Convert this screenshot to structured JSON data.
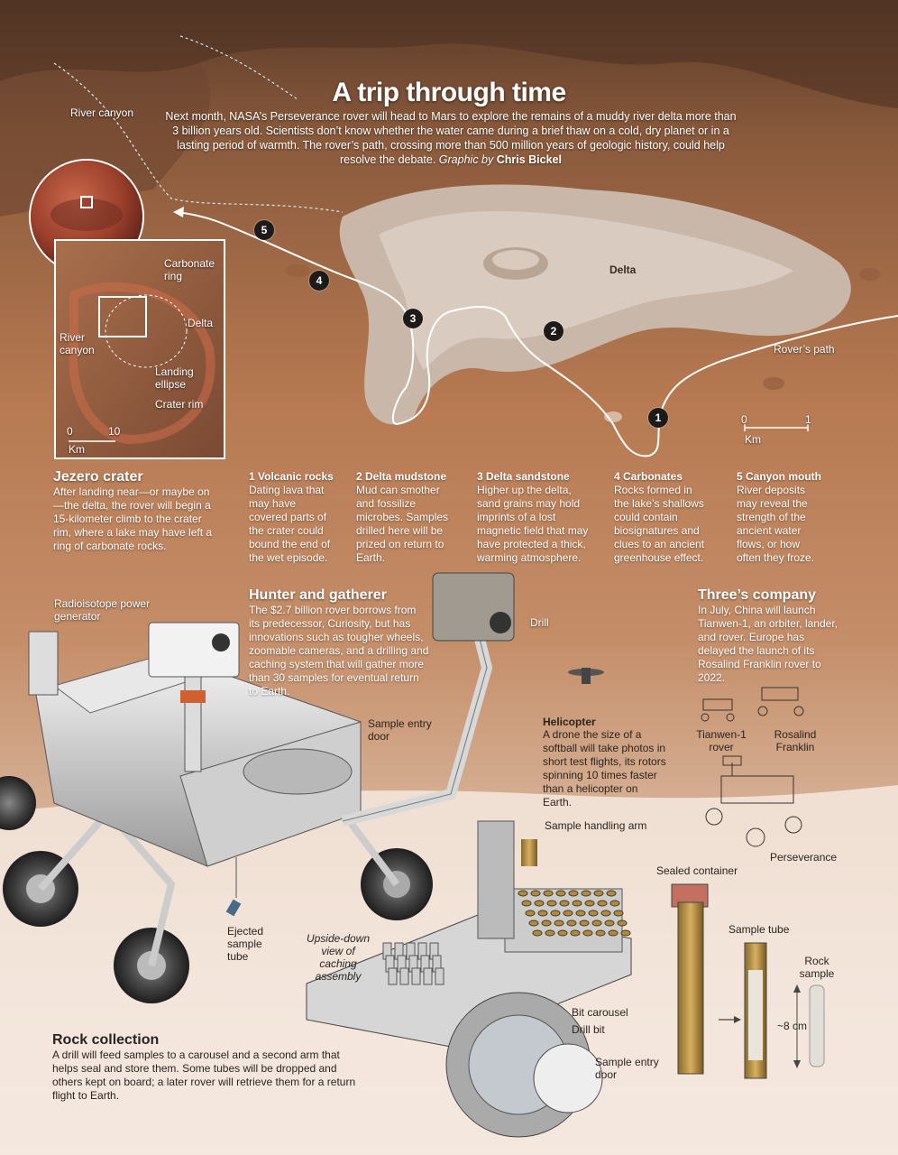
{
  "title": "A trip through time",
  "intro": {
    "text": "Next month, NASA’s Perseverance rover will head to Mars to explore the remains of a muddy river delta more than 3 billion years old. Scientists don’t know whether the water came during a brief thaw on a cold, dry planet or in a lasting period of warmth. The rover’s path, crossing more than 500 million years of geologic history, could help resolve the debate.",
    "credit": "Graphic by",
    "author": "Chris Bickel"
  },
  "map": {
    "river_canyon": "River canyon",
    "delta": "Delta",
    "rovers_path": "Rover’s path",
    "scale_zero": "0",
    "scale_one": "1",
    "scale_unit": "Km",
    "stops": [
      "1",
      "2",
      "3",
      "4",
      "5"
    ]
  },
  "inset": {
    "carbonate_ring": "Carbonate ring",
    "delta": "Delta",
    "river_canyon": "River canyon",
    "landing_ellipse": "Landing ellipse",
    "crater_rim": "Crater rim",
    "scale_zero": "0",
    "scale_ten": "10",
    "scale_unit": "Km"
  },
  "jezero": {
    "heading": "Jezero crater",
    "body": "After landing near—or maybe on—the delta, the rover will begin a 15-kilometer climb to the crater rim, where a lake may have left a ring of carbonate rocks."
  },
  "stops_text": [
    {
      "heading": "1 Volcanic rocks",
      "body": "Dating lava that may have covered parts of the crater could bound the end of the wet episode."
    },
    {
      "heading": "2 Delta mudstone",
      "body": "Mud can smother and fossilize microbes. Samples drilled here will be prized on return to Earth."
    },
    {
      "heading": "3 Delta sandstone",
      "body": "Higher up the delta, sand grains may hold imprints of a lost magnetic field that may have protected a thick, warming atmosphere."
    },
    {
      "heading": "4 Carbonates",
      "body": "Rocks formed in the lake’s shallows could contain biosignatures and clues to an ancient greenhouse effect."
    },
    {
      "heading": "5 Canyon mouth",
      "body": "River deposits may reveal the strength of the ancient water flows, or how often they froze."
    }
  ],
  "hunter": {
    "heading": "Hunter and gatherer",
    "body": "The $2.7 billion rover borrows from its predecessor, Curiosity, but has innovations such as tougher wheels, zoomable cameras, and a drilling and caching system that will gather more than 30 samples for eventual return to Earth."
  },
  "threes": {
    "heading": "Three’s company",
    "body": "In July, China will launch Tianwen-1, an orbiter, lander, and rover. Europe has delayed the launch of its Rosalind Franklin rover to 2022.",
    "tianwen": "Tianwen-1 rover",
    "rosalind": "Rosalind Franklin",
    "perseverance": "Perseverance"
  },
  "helicopter": {
    "heading": "Helicopter",
    "body": "A drone the size of a softball will take photos in short test flights, its rotors spinning 10 times faster than a helicopter on Earth."
  },
  "rover_labels": {
    "rtg": "Radioisotope power generator",
    "drill": "Drill",
    "sample_entry_door_top": "Sample entry door",
    "ejected_tube": "Ejected sample tube",
    "upside_down": "Upside-down view of caching assembly",
    "sample_handling_arm": "Sample handling arm",
    "sealed_container": "Sealed container",
    "sample_tube": "Sample tube",
    "rock_sample": "Rock sample",
    "size": "~8 cm",
    "bit_carousel": "Bit carousel",
    "drill_bit": "Drill bit",
    "sample_entry_door_bottom": "Sample entry door"
  },
  "rock": {
    "heading": "Rock collection",
    "body": "A drill will feed samples to a carousel and a second arm that helps seal and store them. Some tubes will be dropped and others kept on board; a later rover will retrieve them for a return flight to Earth."
  }
}
